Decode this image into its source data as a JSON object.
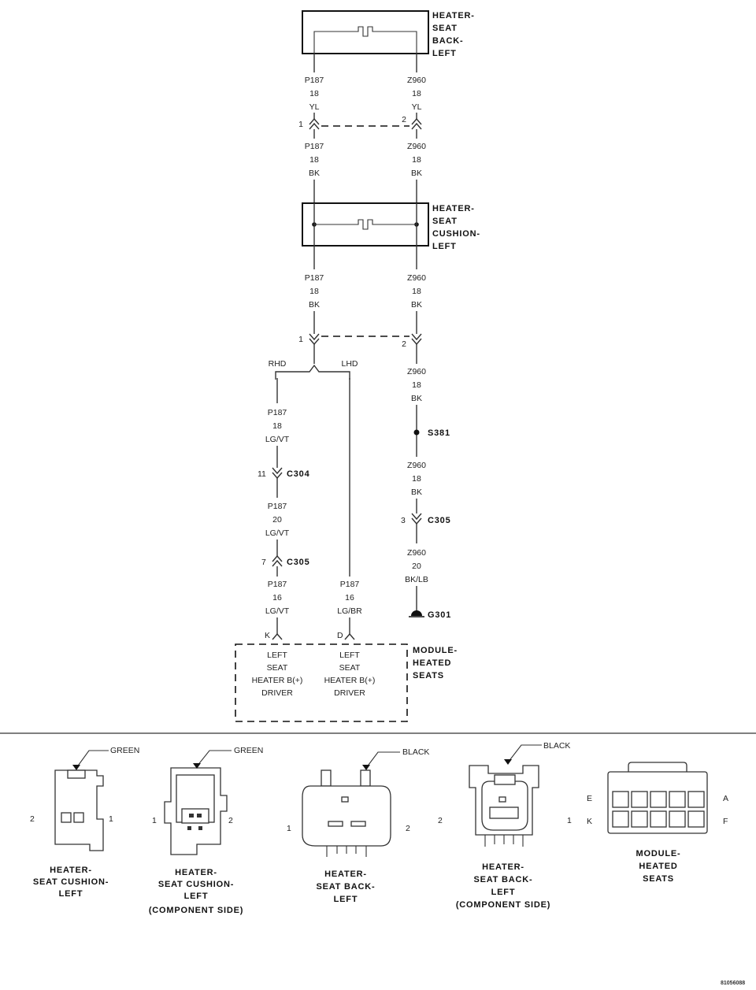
{
  "components": {
    "back_heater": [
      "HEATER-",
      "SEAT",
      "BACK-",
      "LEFT"
    ],
    "cushion_heater": [
      "HEATER-",
      "SEAT",
      "CUSHION-",
      "LEFT"
    ],
    "module": [
      "MODULE-",
      "HEATED",
      "SEATS"
    ]
  },
  "wires": {
    "w1": [
      "P187",
      "18",
      "YL"
    ],
    "w2": [
      "Z960",
      "18",
      "YL"
    ],
    "w3": [
      "P187",
      "18",
      "BK"
    ],
    "w4": [
      "Z960",
      "18",
      "BK"
    ],
    "w5": [
      "P187",
      "18",
      "BK"
    ],
    "w6": [
      "Z960",
      "18",
      "BK"
    ],
    "w7": [
      "Z960",
      "18",
      "BK"
    ],
    "w8": [
      "P187",
      "18",
      "LG/VT"
    ],
    "w9": [
      "Z960",
      "18",
      "BK"
    ],
    "w10": [
      "P187",
      "20",
      "LG/VT"
    ],
    "w11": [
      "Z960",
      "20",
      "BK/LB"
    ],
    "w12": [
      "P187",
      "16",
      "LG/VT"
    ],
    "w13": [
      "P187",
      "16",
      "LG/BR"
    ]
  },
  "pins": {
    "c1_left": "1",
    "c1_right": "2",
    "c2_left": "1",
    "c2_right": "2",
    "c304": "11",
    "c305_left": "7",
    "c305_right": "3",
    "mod_k": "K",
    "mod_d": "D"
  },
  "labels": {
    "rhd": "RHD",
    "lhd": "LHD",
    "s381": "S381",
    "c304": "C304",
    "c305a": "C305",
    "c305b": "C305",
    "g301": "G301",
    "module_left": [
      "LEFT",
      "SEAT",
      "HEATER B(+)",
      "DRIVER"
    ],
    "module_right": [
      "LEFT",
      "SEAT",
      "HEATER B(+)",
      "DRIVER"
    ]
  },
  "connectors": {
    "c1": {
      "color": "GREEN",
      "pin_left": "2",
      "pin_right": "1",
      "caption": [
        "HEATER-",
        "SEAT CUSHION-",
        "LEFT"
      ]
    },
    "c2": {
      "color": "GREEN",
      "pin_left": "1",
      "pin_right": "2",
      "caption": [
        "HEATER-",
        "SEAT CUSHION-",
        "LEFT",
        "(COMPONENT SIDE)"
      ]
    },
    "c3": {
      "color": "BLACK",
      "pin_left": "1",
      "pin_right": "2",
      "caption": [
        "HEATER-",
        "SEAT BACK-",
        "LEFT"
      ]
    },
    "c4": {
      "color": "BLACK",
      "pin_left": "2",
      "pin_right": "1",
      "caption": [
        "HEATER-",
        "SEAT BACK-",
        "LEFT",
        "(COMPONENT SIDE)"
      ]
    },
    "c5": {
      "pin_e": "E",
      "pin_k": "K",
      "pin_a": "A",
      "pin_f": "F",
      "caption": [
        "MODULE-",
        "HEATED",
        "SEATS"
      ]
    }
  },
  "figure_id": "81056088"
}
